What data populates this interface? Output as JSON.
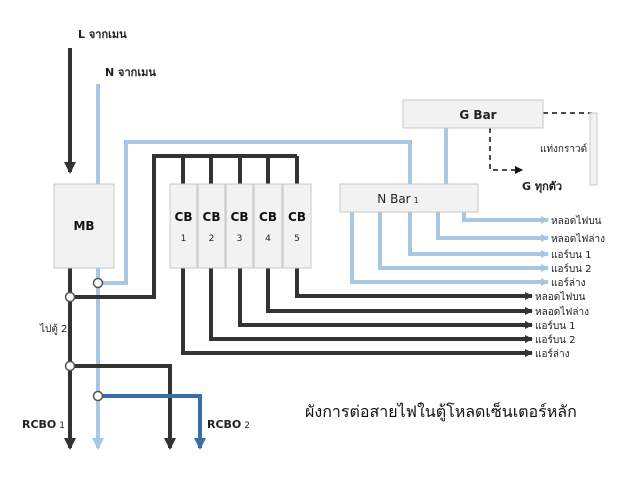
{
  "colors": {
    "line_l": "#333333",
    "line_n": "#a9c7e3",
    "line_rcbo2": "#3a6fa5",
    "ground": "#111111",
    "box_fill": "#f2f2f2",
    "box_stroke": "#c8c8c8"
  },
  "supply": {
    "l_label": "L จากเมน",
    "n_label": "N จากเมน"
  },
  "main_breaker": {
    "label": "MB"
  },
  "to_panel_label": "ไปตู้ 2",
  "breakers": [
    {
      "label": "CB",
      "number": "1"
    },
    {
      "label": "CB",
      "number": "2"
    },
    {
      "label": "CB",
      "number": "3"
    },
    {
      "label": "CB",
      "number": "4"
    },
    {
      "label": "CB",
      "number": "5"
    }
  ],
  "n_bar": {
    "label": "N Bar",
    "number": "1"
  },
  "g_bar": {
    "label": "G Bar"
  },
  "ground_rod_label": "แท่งกราวด์",
  "g_all_label": "G ทุกตัว",
  "n_outputs": [
    "หลอดไฟบน",
    "หลอดไฟล่าง",
    "แอร์บน 1",
    "แอร์บน 2",
    "แอร์ล่าง"
  ],
  "l_outputs": [
    "หลอดไฟบน",
    "หลอดไฟล่าง",
    "แอร์บน 1",
    "แอร์บน 2",
    "แอร์ล่าง"
  ],
  "rcbo1": {
    "label": "RCBO",
    "number": "1"
  },
  "rcbo2": {
    "label": "RCBO",
    "number": "2"
  },
  "title": "ผังการต่อสายไฟในตู้โหลดเซ็นเตอร์หลัก"
}
